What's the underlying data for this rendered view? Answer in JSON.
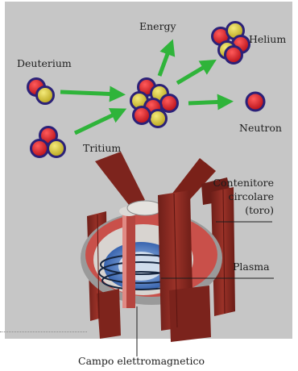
{
  "labels": {
    "energy": "Energy",
    "helium": "Helium",
    "deuterium": "Deuterium",
    "neutron": "Neutron",
    "tritium": "Tritium",
    "contenitore_line1": "Contenitore",
    "contenitore_line2": "circolare",
    "contenitore_line3": "(toro)",
    "plasma": "Plasma",
    "campo": "Campo elettromagnetico"
  },
  "colors": {
    "background": "#c6c6c6",
    "proton": "#d81f26",
    "neutron_particle": "#d6c62e",
    "nucleon_outline": "#2b2178",
    "arrow": "#2fb43a",
    "torus_frame": "#8a2a22",
    "plasma": "#2d66b6"
  }
}
